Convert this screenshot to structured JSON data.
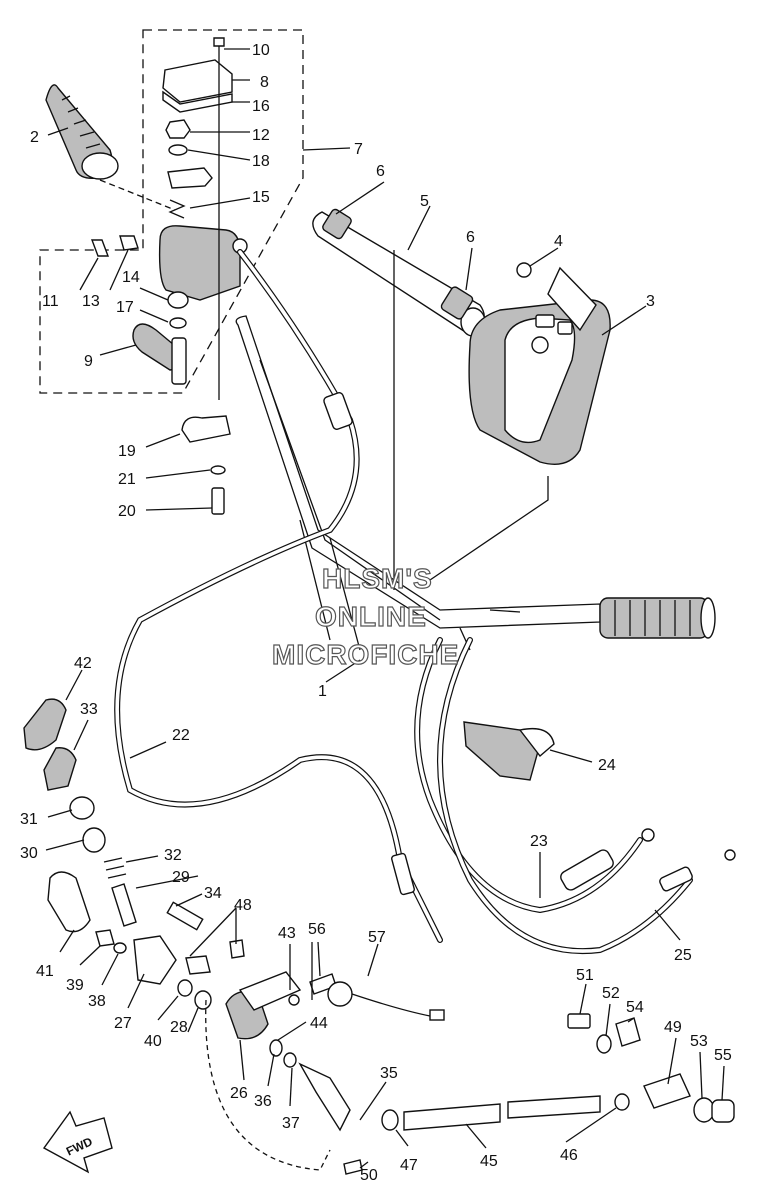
{
  "labels": {
    "l1": "1",
    "l2": "2",
    "l3": "3",
    "l4": "4",
    "l5": "5",
    "l6a": "6",
    "l6b": "6",
    "l7": "7",
    "l8": "8",
    "l9": "9",
    "l10": "10",
    "l11": "11",
    "l12": "12",
    "l13": "13",
    "l14": "14",
    "l15": "15",
    "l16": "16",
    "l17": "17",
    "l18": "18",
    "l19": "19",
    "l20": "20",
    "l21": "21",
    "l22": "22",
    "l23": "23",
    "l24": "24",
    "l25": "25",
    "l26": "26",
    "l27": "27",
    "l28": "28",
    "l29": "29",
    "l30": "30",
    "l31": "31",
    "l32": "32",
    "l33": "33",
    "l34": "34",
    "l35": "35",
    "l36": "36",
    "l37": "37",
    "l38": "38",
    "l39": "39",
    "l40": "40",
    "l41": "41",
    "l42": "42",
    "l43": "43",
    "l44": "44",
    "l45": "45",
    "l46": "46",
    "l47": "47",
    "l48": "48",
    "l49": "49",
    "l50": "50",
    "l51": "51",
    "l52": "52",
    "l53": "53",
    "l54": "54",
    "l55": "55",
    "l56": "56",
    "l57": "57"
  },
  "watermark": {
    "line1": "HLSM'S",
    "line2": "ONLINE",
    "line3": "MICROFICHE"
  },
  "fwd_label": "FWD"
}
